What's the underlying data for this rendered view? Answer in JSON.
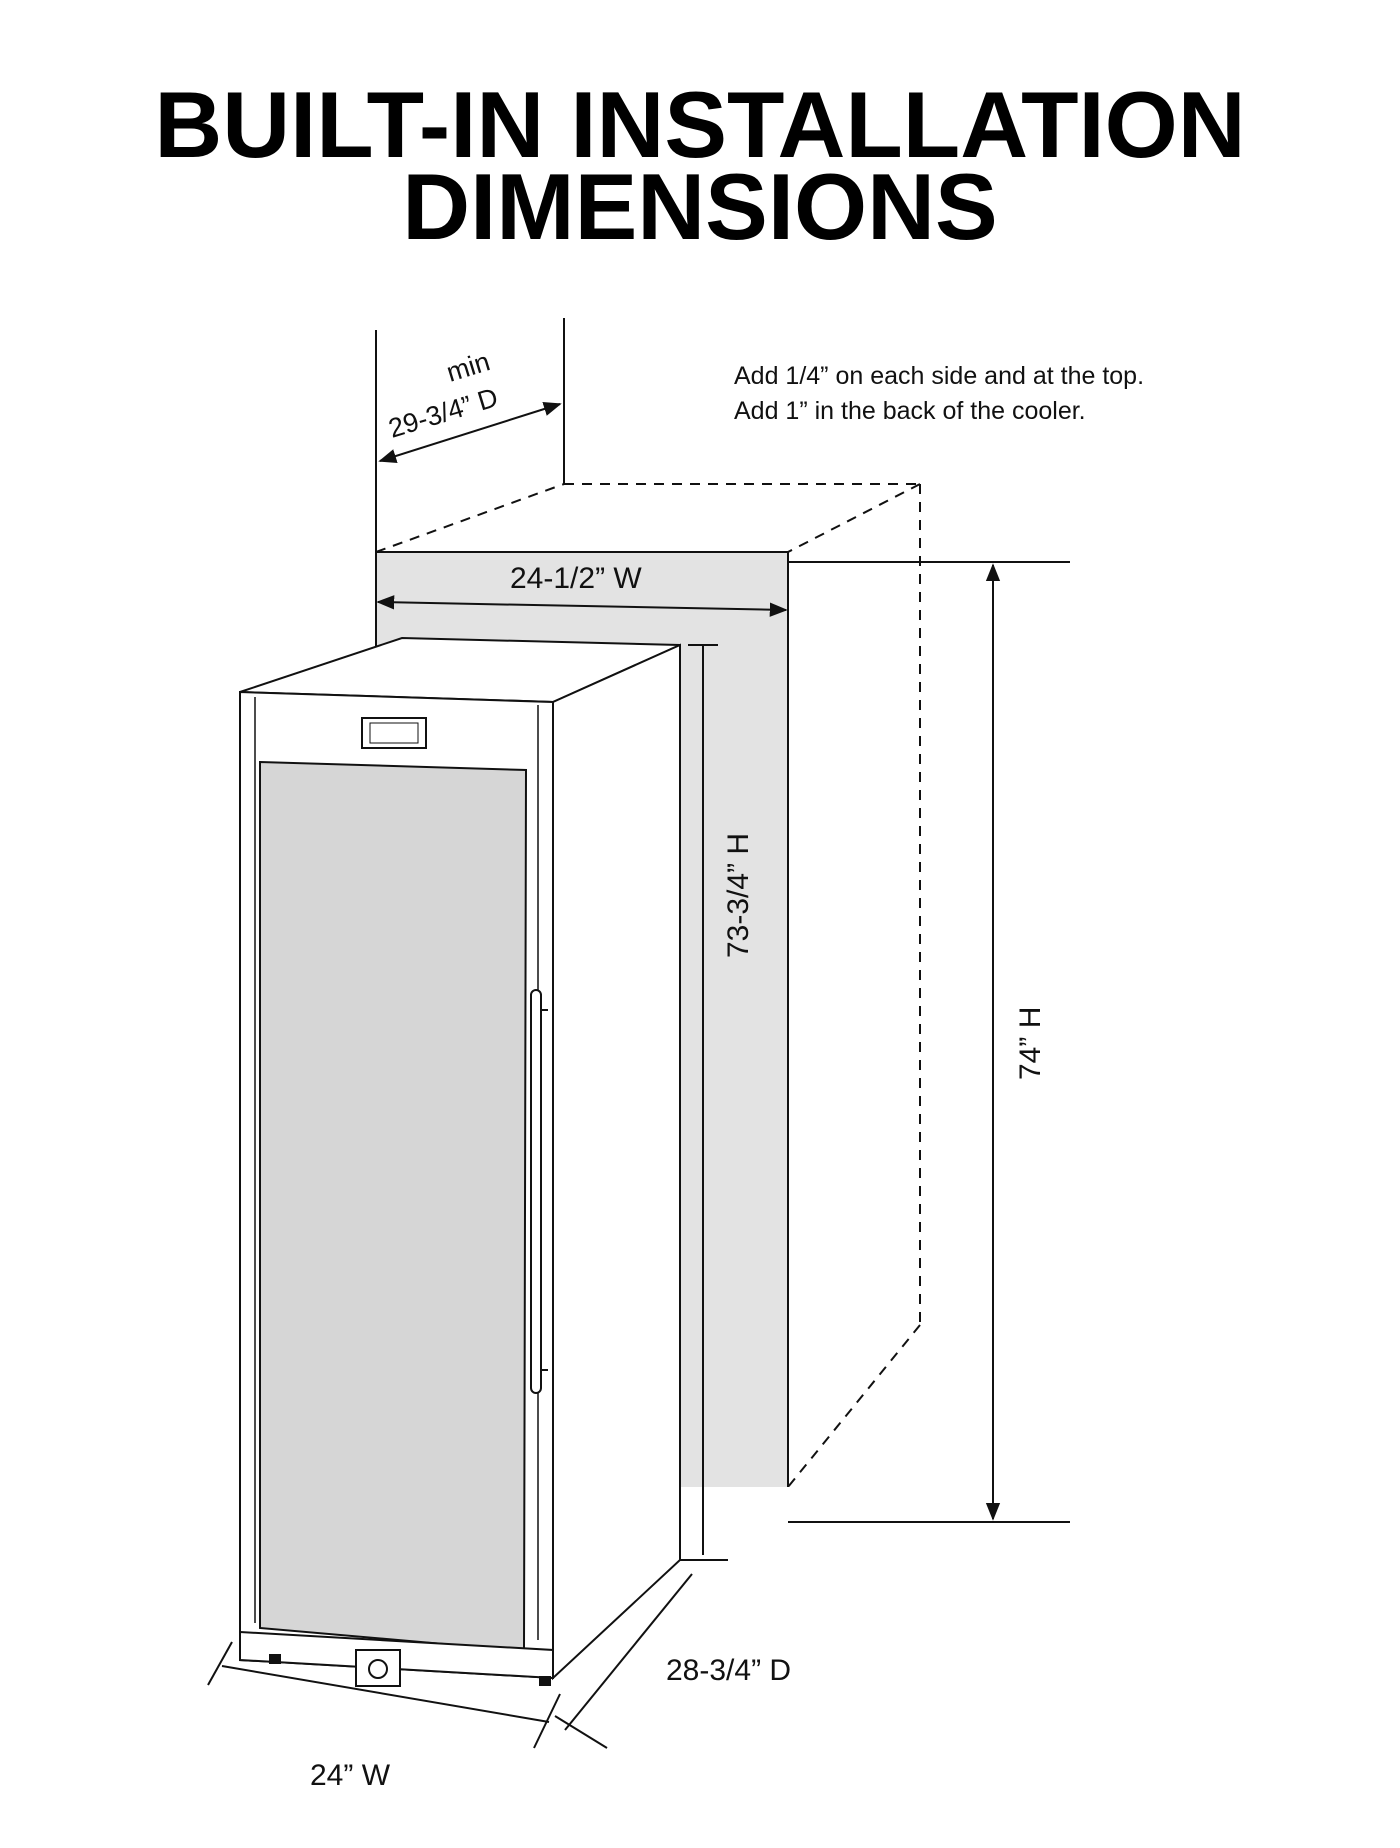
{
  "title": {
    "line1": "BUILT-IN INSTALLATION",
    "line2": "DIMENSIONS"
  },
  "notes": [
    "Add 1/4” on each side and at the top.",
    "Add 1” in the back of the cooler."
  ],
  "dimensions": {
    "opening_depth_prefix": "min",
    "opening_depth": "29-3/4” D",
    "opening_width": "24-1/2” W",
    "unit_height": "73-3/4” H",
    "opening_height": "74” H",
    "unit_width": "24” W",
    "unit_depth": "28-3/4” D"
  },
  "colors": {
    "opening_fill": "#e3e3e3",
    "glass_fill": "#d6d6d6",
    "line": "#111111"
  }
}
